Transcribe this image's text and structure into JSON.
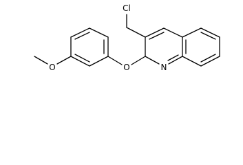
{
  "molecule": {
    "atoms": {
      "chlorine": "Cl",
      "nitrogen": "N",
      "oxygen_ether": "O",
      "oxygen_methoxy": "O"
    }
  }
}
